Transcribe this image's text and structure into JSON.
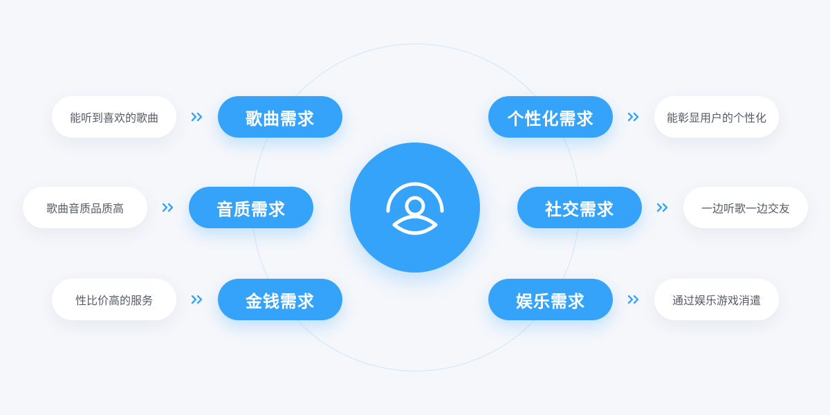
{
  "colors": {
    "accent": "#36a3fb",
    "background": "#f5f7fb",
    "ring": "#cfe6fb",
    "description_text": "#555b66"
  },
  "center": {
    "icon": "user-icon"
  },
  "left_needs": [
    {
      "label": "歌曲需求",
      "description": "能听到喜欢的歌曲"
    },
    {
      "label": "音质需求",
      "description": "歌曲音质品质高"
    },
    {
      "label": "金钱需求",
      "description": "性比价高的服务"
    }
  ],
  "right_needs": [
    {
      "label": "个性化需求",
      "description": "能彰显用户的个性化"
    },
    {
      "label": "社交需求",
      "description": "一边听歌一边交友"
    },
    {
      "label": "娱乐需求",
      "description": "通过娱乐游戏消遣"
    }
  ],
  "arrow_icon": "double-chevron-right-icon"
}
